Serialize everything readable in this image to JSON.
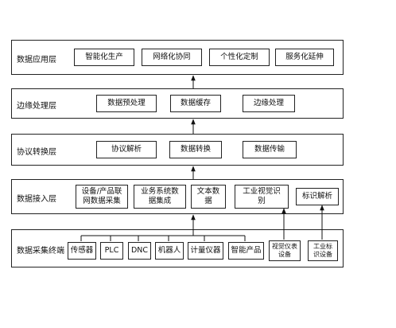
{
  "layers": {
    "application": {
      "label": "数据应用层",
      "boxes": [
        "智能化生产",
        "网络化协同",
        "个性化定制",
        "服务化延伸"
      ]
    },
    "edge": {
      "label": "边缘处理层",
      "boxes": [
        "数据预处理",
        "数据缓存",
        "边缘处理"
      ]
    },
    "protocol": {
      "label": "协议转换层",
      "boxes": [
        "协议解析",
        "数据转换",
        "数据传输"
      ]
    },
    "access": {
      "label": "数据接入层",
      "boxes": [
        "设备/产品联\n网数据采集",
        "业务系统数\n据集成",
        "文本数\n据",
        "工业视觉识\n别",
        "标识解析"
      ]
    },
    "terminal": {
      "label": "数据采集终端",
      "boxes": [
        "传感器",
        "PLC",
        "DNC",
        "机器人",
        "计量仪器",
        "智能产品",
        "视觉仪表\n设备",
        "工业标\n识设备"
      ]
    }
  }
}
